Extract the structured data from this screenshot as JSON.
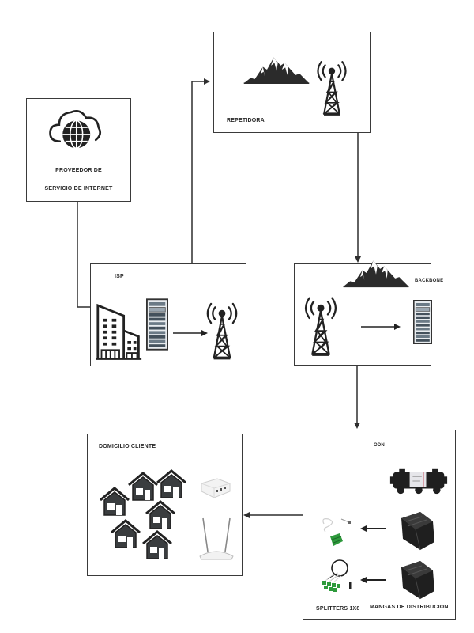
{
  "diagram": {
    "nodes": {
      "proveedor": {
        "label_line1": "PROVEEDOR DE",
        "label_line2": "SERVICIO DE INTERNET",
        "icons": [
          "cloud-globe-icon"
        ]
      },
      "repetidora": {
        "label": "REPETIDORA",
        "icons": [
          "mountain-icon",
          "radio-tower-icon"
        ]
      },
      "isp": {
        "label": "ISP",
        "icons": [
          "office-building-icon",
          "server-rack-icon",
          "radio-tower-icon"
        ]
      },
      "backbone": {
        "label": "BACKBONE",
        "icons": [
          "mountain-icon",
          "radio-tower-icon",
          "server-rack-icon"
        ]
      },
      "odn": {
        "label": "ODN",
        "left_caption": "SPLITTERS 1X8",
        "right_caption": "MANGAS DE DISTRIBUCION",
        "icons": [
          "fiber-closure-icon",
          "splitter-icon",
          "distribution-sleeve-icon"
        ]
      },
      "domicilio": {
        "label": "DOMICILIO CLIENTE",
        "house_count": 6,
        "icons": [
          "house-icon",
          "onu-device-icon",
          "wifi-router-icon"
        ]
      }
    },
    "edges": [
      {
        "from": "PROVEEDOR DE SERVICIO DE INTERNET",
        "to": "ISP",
        "arrow": false
      },
      {
        "from": "ISP",
        "to": "REPETIDORA",
        "arrow": true
      },
      {
        "from": "REPETIDORA",
        "to": "BACKBONE",
        "arrow": true
      },
      {
        "from": "BACKBONE",
        "to": "ODN",
        "arrow": true
      },
      {
        "from": "ODN",
        "to": "DOMICILIO CLIENTE",
        "arrow": true
      }
    ],
    "colors": {
      "line": "#2f2f2f",
      "icon": "#222222",
      "splitter_green": "#2e9a3c"
    }
  }
}
